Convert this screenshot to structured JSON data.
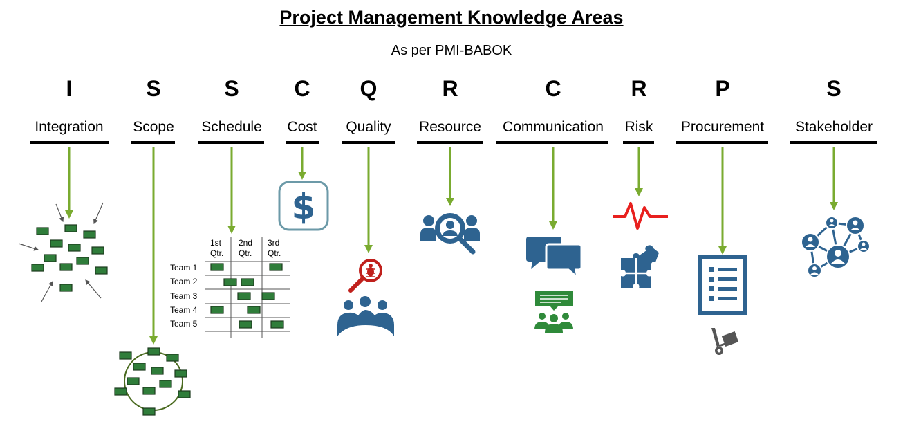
{
  "title": "Project Management Knowledge Areas",
  "subtitle": "As per PMI-BABOK",
  "areas": [
    {
      "letter": "I",
      "name": "Integration",
      "icon": "integration-icon"
    },
    {
      "letter": "S",
      "name": "Scope",
      "icon": "scope-icon"
    },
    {
      "letter": "S",
      "name": "Schedule",
      "icon": "schedule-table"
    },
    {
      "letter": "C",
      "name": "Cost",
      "icon": "dollar-icon"
    },
    {
      "letter": "Q",
      "name": "Quality",
      "icon": "bug-search-icon"
    },
    {
      "letter": "R",
      "name": "Resource",
      "icon": "people-search-icon"
    },
    {
      "letter": "C",
      "name": "Communication",
      "icon": "chat-icon"
    },
    {
      "letter": "R",
      "name": "Risk",
      "icon": "pulse-icon"
    },
    {
      "letter": "P",
      "name": "Procurement",
      "icon": "checklist-icon"
    },
    {
      "letter": "S",
      "name": "Stakeholder",
      "icon": "network-icon"
    }
  ],
  "schedule": {
    "columns": [
      "1st Qtr.",
      "2nd Qtr.",
      "3rd Qtr."
    ],
    "rows": [
      "Team 1",
      "Team 2",
      "Team 3",
      "Team 4",
      "Team 5"
    ]
  },
  "colors": {
    "arrow": "#7aab30",
    "icon_blue": "#2e6390",
    "box_green": "#2f7d3a",
    "risk_red": "#e8201e",
    "cost_border": "#6c9aa8"
  }
}
